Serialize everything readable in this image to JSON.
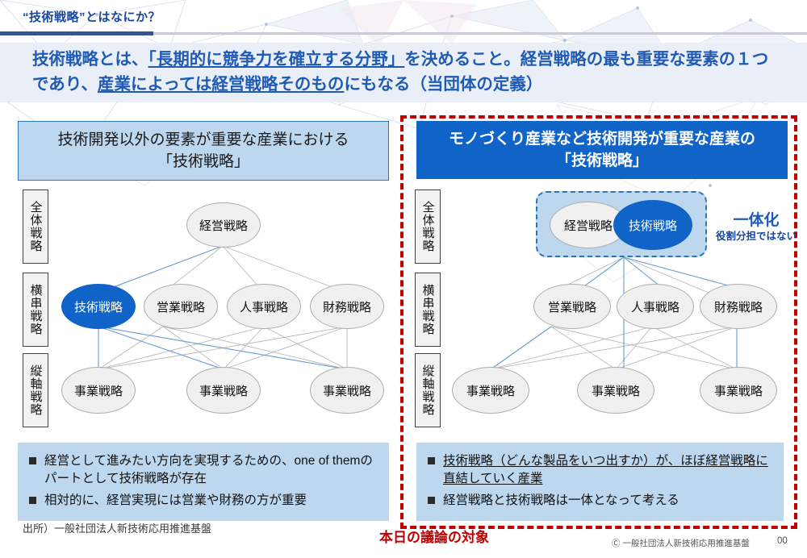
{
  "header": {
    "kicker": "“技術戦略”とはなにか？",
    "lead_line1_a": "技術戦略とは、",
    "lead_line1_u": "「長期的に競争力を確立する分野」",
    "lead_line1_b": "を決めること。経営戦略の最も重要",
    "lead_line2_a": "な要素の１つであり、",
    "lead_line2_u": "産業によっては経営戦略そのもの",
    "lead_line2_b": "にもなる（当団体の定義）"
  },
  "left_panel": {
    "caption_line1": "技術開発以外の要素が重要な産業における",
    "caption_line2": "「技術戦略」",
    "row_labels": [
      "全体戦略",
      "横串戦略",
      "縦軸戦略"
    ],
    "nodes": {
      "top": "経営戦略",
      "mid": [
        "技術戦略",
        "営業戦略",
        "人事戦略",
        "財務戦略"
      ],
      "bottom": [
        "事業戦略",
        "事業戦略",
        "事業戦略"
      ]
    },
    "bullets": [
      {
        "text_a": "経営として進みたい方向を実現するための、one of themのパートとして技術戦略が存在",
        "underline": ""
      },
      {
        "text_a": "相対的に、経営実現には営業や財務の方が重要",
        "underline": ""
      }
    ]
  },
  "right_panel": {
    "caption_line1": "モノづくり産業など技術開発が重要な産業の",
    "caption_line2": "「技術戦略」",
    "row_labels": [
      "全体戦略",
      "横串戦略",
      "縦軸戦略"
    ],
    "nodes": {
      "fusion": [
        "経営戦略",
        "技術戦略"
      ],
      "mid": [
        "営業戦略",
        "人事戦略",
        "財務戦略"
      ],
      "bottom": [
        "事業戦略",
        "事業戦略",
        "事業戦略"
      ]
    },
    "annotation": {
      "main": "一体化",
      "sub": "役割分担ではない"
    },
    "bullets": [
      {
        "underline": "技術戦略（どんな製品をいつ出すか）が、ほぼ経営戦略に直結していく産業",
        "text_a": ""
      },
      {
        "underline": "",
        "text_a": "経営戦略と技術戦略は一体となって考える"
      }
    ]
  },
  "footer": {
    "source": "出所）一般社団法人新技術応用推進基盤",
    "today_target": "本日の議論の対象",
    "copyright": "Ⓒ 一般社団法人新技術応用推進基盤",
    "page_number": "00"
  },
  "colors": {
    "accent_blue": "#1064c8",
    "lead_blue": "#1f5bb5",
    "light_blue": "#bdd7ee",
    "red": "#c00000",
    "node_gray": "#f0f0f0"
  }
}
